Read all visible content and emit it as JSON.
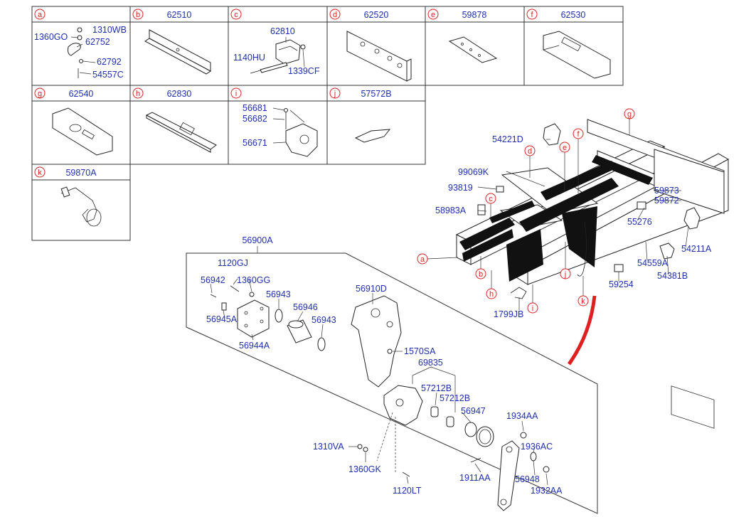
{
  "cells": [
    {
      "letter": "a",
      "part": ""
    },
    {
      "letter": "b",
      "part": "62510"
    },
    {
      "letter": "c",
      "part": ""
    },
    {
      "letter": "d",
      "part": "62520"
    },
    {
      "letter": "e",
      "part": "59878"
    },
    {
      "letter": "f",
      "part": "62530"
    },
    {
      "letter": "g",
      "part": "62540"
    },
    {
      "letter": "h",
      "part": "62830"
    },
    {
      "letter": "i",
      "part": ""
    },
    {
      "letter": "j",
      "part": "57572B"
    },
    {
      "letter": "k",
      "part": "59870A"
    }
  ],
  "cell_a": {
    "p1": "1310WB",
    "p2": "1360GO",
    "p3": "62752",
    "p4": "62792",
    "p5": "54557C"
  },
  "cell_c": {
    "p1": "62810",
    "p2": "1140HU",
    "p3": "1339CF"
  },
  "cell_i": {
    "p1": "56681",
    "p2": "56682",
    "p3": "56671"
  },
  "frame": {
    "labels": {
      "p54221D": "54221D",
      "p99069K": "99069K",
      "p93819": "93819",
      "p58983A": "58983A",
      "p59873": "59873",
      "p59872": "59872",
      "p55276": "55276",
      "p54211A": "54211A",
      "p54559A": "54559A",
      "p54381B": "54381B",
      "p59254": "59254",
      "p1799JB": "1799JB"
    },
    "callouts": [
      "g",
      "f",
      "d",
      "e",
      "c",
      "a",
      "b",
      "h",
      "i",
      "j",
      "k"
    ]
  },
  "assembly": {
    "title": "56900A",
    "labels": {
      "p1120GJ": "1120GJ",
      "p56942": "56942",
      "p1360GG": "1360GG",
      "p56943a": "56943",
      "p56946": "56946",
      "p56943b": "56943",
      "p56945A": "56945A",
      "p56944A": "56944A",
      "p56910D": "56910D",
      "p1570SA": "1570SA",
      "p69835": "69835",
      "p57212Ba": "57212B",
      "p57212Bb": "57212B",
      "p56947": "56947",
      "p1934AA": "1934AA",
      "p1936AC": "1936AC",
      "p1310VA": "1310VA",
      "p1360GK": "1360GK",
      "p1911AA": "1911AA",
      "p56948": "56948",
      "p1120LT": "1120LT",
      "p1932AA": "1932AA"
    }
  },
  "colors": {
    "part_number": "#1f2fb3",
    "callout": "#e02020",
    "line": "#333333"
  }
}
